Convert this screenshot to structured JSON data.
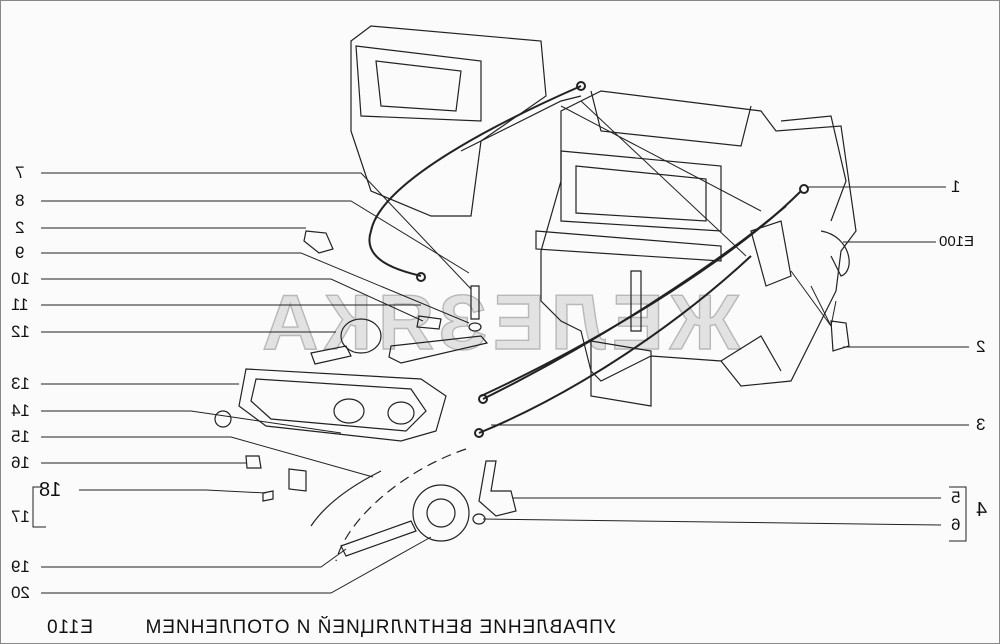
{
  "title": "УПРАВЛЕНИЕ ВЕНТИЛЯЦИЕЙ И ОТОПЛЕНИЕМ",
  "code": "E110",
  "watermark": "ЖЕЛЕЗЯКА",
  "left_labels": [
    "7",
    "8",
    "2",
    "9",
    "10",
    "11",
    "12",
    "13",
    "14",
    "15",
    "16",
    "17",
    "18",
    "19",
    "20"
  ],
  "right_labels": [
    "1",
    "E100",
    "2",
    "3",
    "4",
    "5",
    "6"
  ]
}
